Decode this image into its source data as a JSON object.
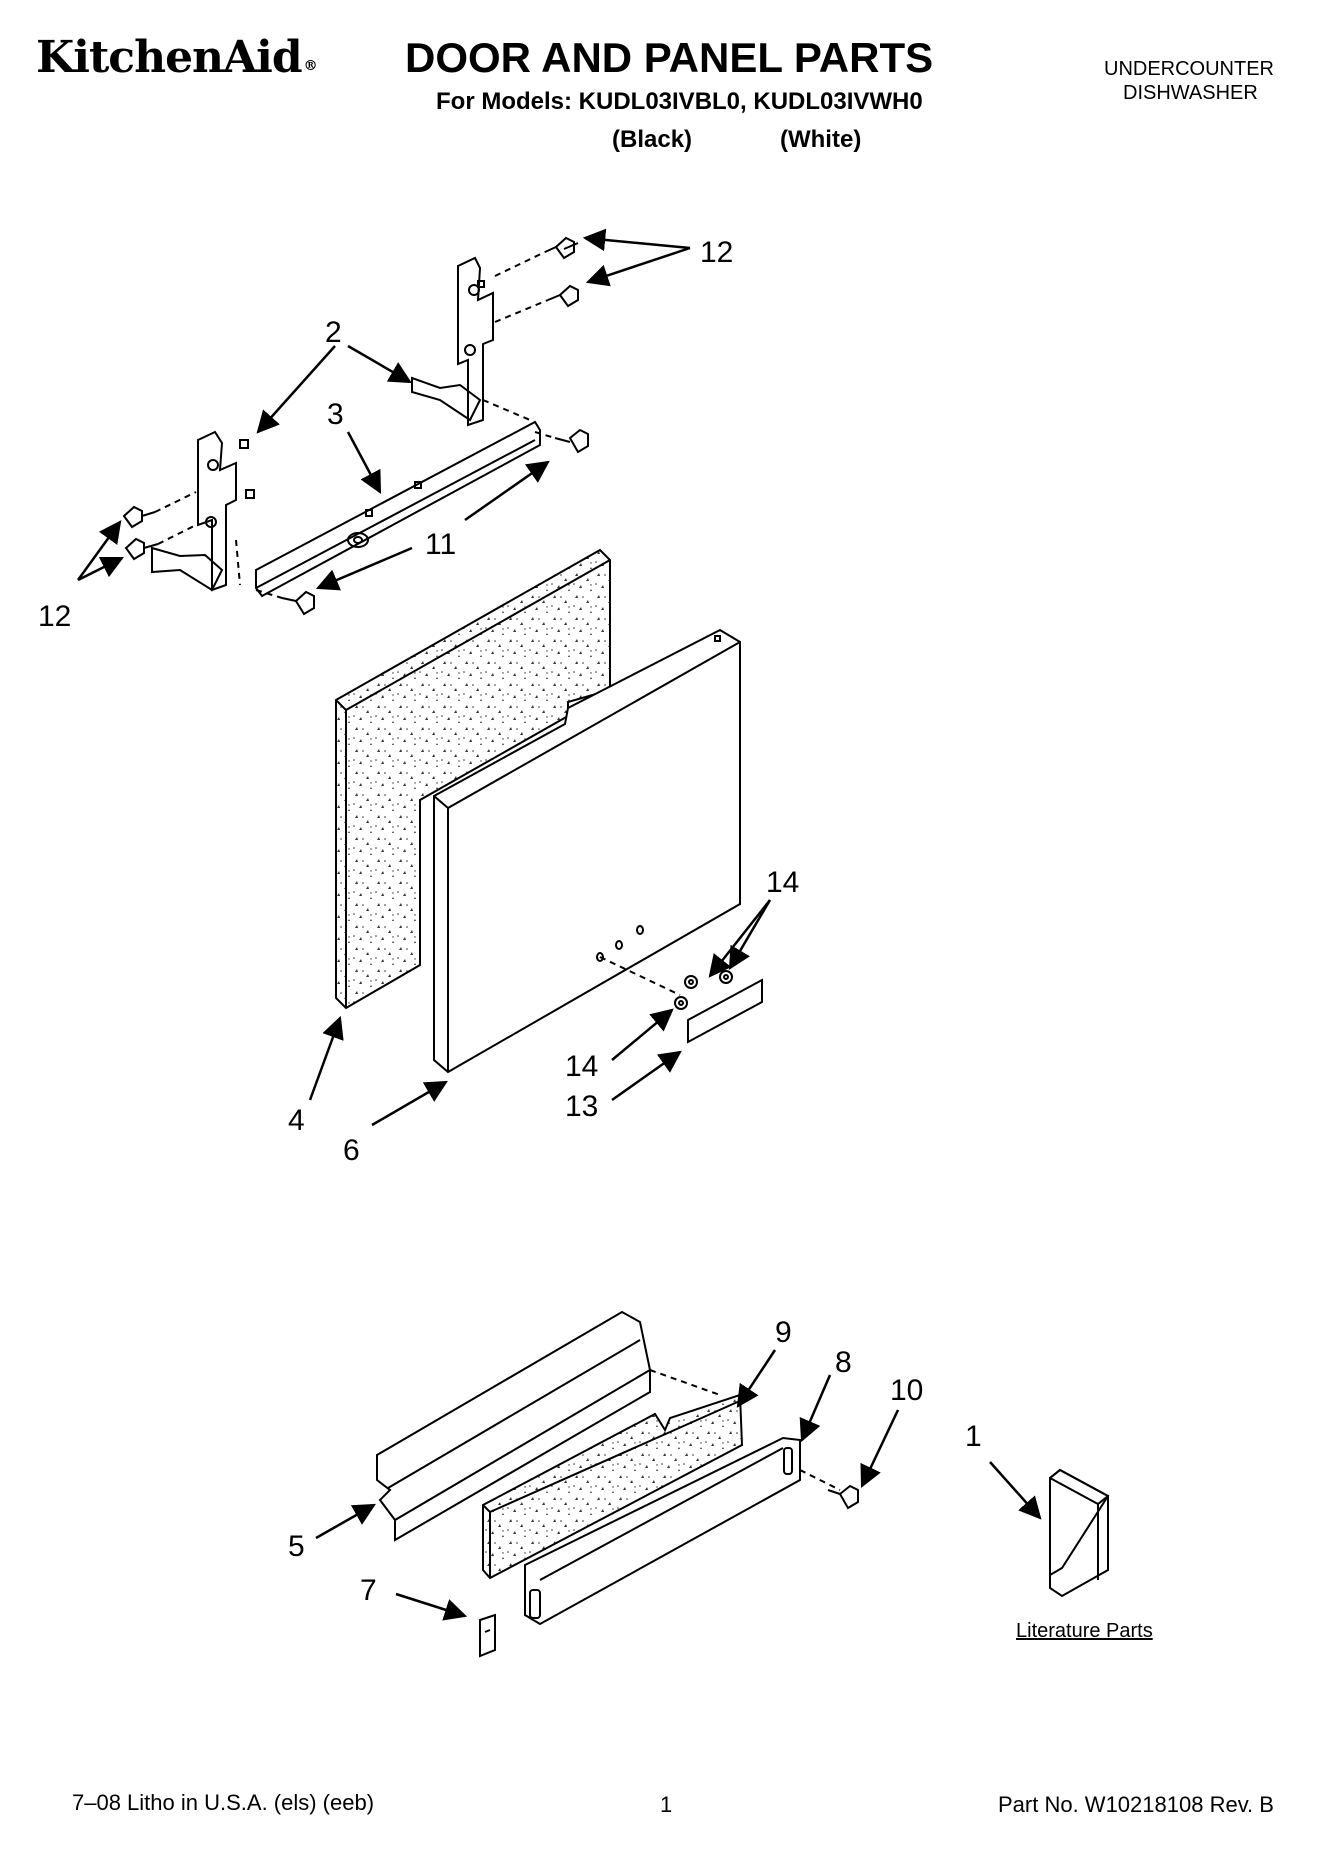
{
  "header": {
    "brand": "KitchenAid",
    "brand_mark": "®",
    "title": "DOOR AND PANEL PARTS",
    "models": "For Models: KUDL03IVBL0, KUDL03IVWH0",
    "color_black": "(Black)",
    "color_white": "(White)",
    "appliance_line1": "UNDERCOUNTER",
    "appliance_line2": "DISHWASHER"
  },
  "callouts": {
    "c12_top": "12",
    "c2": "2",
    "c3": "3",
    "c11": "11",
    "c12_left": "12",
    "c14_top": "14",
    "c14_bottom": "14",
    "c13": "13",
    "c4": "4",
    "c6": "6",
    "c9": "9",
    "c8": "8",
    "c10": "10",
    "c1": "1",
    "c5": "5",
    "c7": "7"
  },
  "literature_label": "Literature Parts",
  "footer": {
    "litho": "7–08 Litho in U.S.A. (els) (eeb)",
    "page": "1",
    "part_no": "Part No. W10218108 Rev. B"
  }
}
